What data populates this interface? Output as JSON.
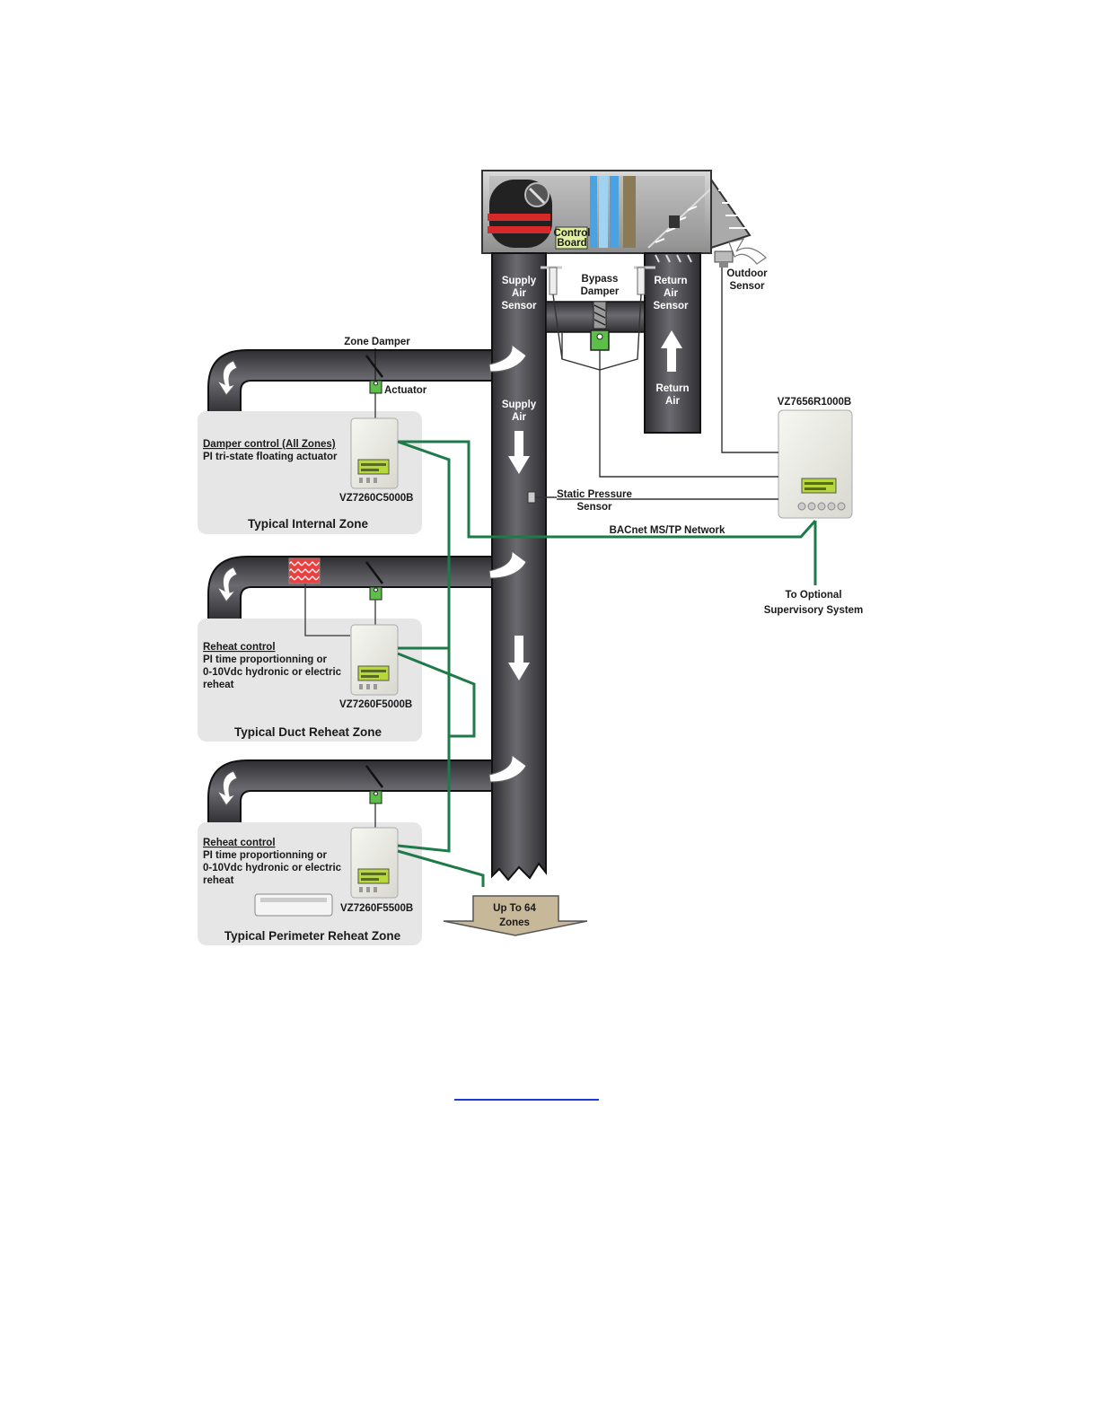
{
  "labels": {
    "control_board_1": "Control",
    "control_board_2": "Board",
    "supply_air_sensor": [
      "Supply",
      "Air",
      "Sensor"
    ],
    "bypass_damper": [
      "Bypass",
      "Damper"
    ],
    "return_air_sensor": [
      "Return",
      "Air",
      "Sensor"
    ],
    "outdoor_sensor": [
      "Outdoor",
      "Sensor"
    ],
    "zone_damper": "Zone Damper",
    "actuator": "Actuator",
    "supply_air": [
      "Supply",
      "Air"
    ],
    "return_air": [
      "Return",
      "Air"
    ],
    "static_pressure_sensor": [
      "Static Pressure",
      "Sensor"
    ],
    "bacnet_network": "BACnet MS/TP Network",
    "supervisory": [
      "To Optional",
      "Supervisory System"
    ],
    "main_controller_model": "VZ7656R1000B",
    "up_to_64_zones": [
      "Up To 64",
      "Zones"
    ]
  },
  "zones": [
    {
      "heading": "Damper control (All Zones)",
      "desc": [
        "PI tri-state floating actuator"
      ],
      "model": "VZ7260C5000B",
      "title": "Typical Internal Zone"
    },
    {
      "heading": "Reheat control",
      "desc": [
        "PI time proportionning or",
        "0-10Vdc hydronic or electric",
        "reheat"
      ],
      "model": "VZ7260F5000B",
      "title": "Typical Duct Reheat Zone"
    },
    {
      "heading": "Reheat control",
      "desc": [
        "PI time proportionning or",
        "0-10Vdc hydronic or electric",
        "reheat"
      ],
      "model": "VZ7260F5500B",
      "title": "Typical Perimeter Reheat Zone"
    }
  ],
  "colors": {
    "network_green": "#1f7a4a",
    "duct_dark": "#4a4a4e",
    "panel_gray": "#e6e6e6",
    "zones_arrow": "#c8b89a",
    "actuator_green": "#5cbf4a",
    "link_blue": "#1a3cd6"
  }
}
